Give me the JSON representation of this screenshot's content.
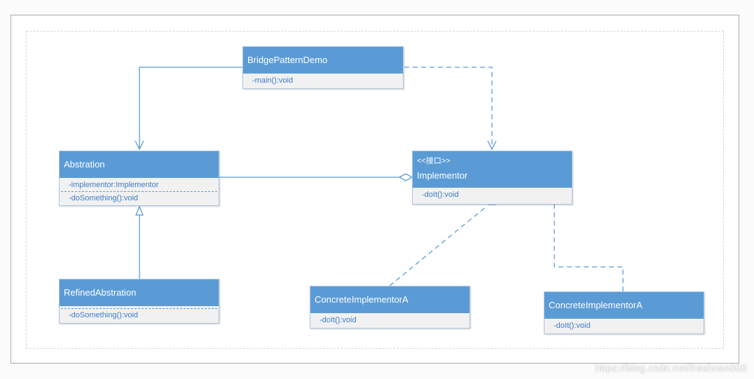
{
  "classes": {
    "demo": {
      "name": "BridgePatternDemo",
      "members": [
        "-main():void"
      ]
    },
    "abstraction": {
      "name": "Abstration",
      "members": [
        "-implementor:Implementor",
        "-doSomething():void"
      ]
    },
    "refined": {
      "name": "RefinedAbstration",
      "members": [
        "-doSomething():void"
      ]
    },
    "implementor": {
      "stereotype": "<<接口>>",
      "name": "Implementor",
      "members": [
        "-doIt():void"
      ]
    },
    "concrete_a": {
      "name": "ConcreteImplementorA",
      "members": [
        "-doIt():void"
      ]
    },
    "concrete_b": {
      "name": "ConcreteImplementorA",
      "members": [
        "-doIt():void"
      ]
    }
  },
  "relationships": [
    {
      "from": "BridgePatternDemo",
      "to": "Abstration",
      "kind": "association"
    },
    {
      "from": "BridgePatternDemo",
      "to": "Implementor",
      "kind": "dependency"
    },
    {
      "from": "Abstration",
      "to": "Implementor",
      "kind": "aggregation"
    },
    {
      "from": "RefinedAbstration",
      "to": "Abstration",
      "kind": "generalization"
    },
    {
      "from": "ConcreteImplementorA",
      "to": "Implementor",
      "kind": "realization"
    },
    {
      "from": "ConcreteImplementorA",
      "to": "Implementor",
      "kind": "realization"
    }
  ],
  "colors": {
    "header": "#5b9bd5",
    "line": "#5b9bd5",
    "member_text": "#3a7dc9",
    "body": "#f1f1f1"
  },
  "watermark": "https://blog.csdn.net/freshnan000"
}
